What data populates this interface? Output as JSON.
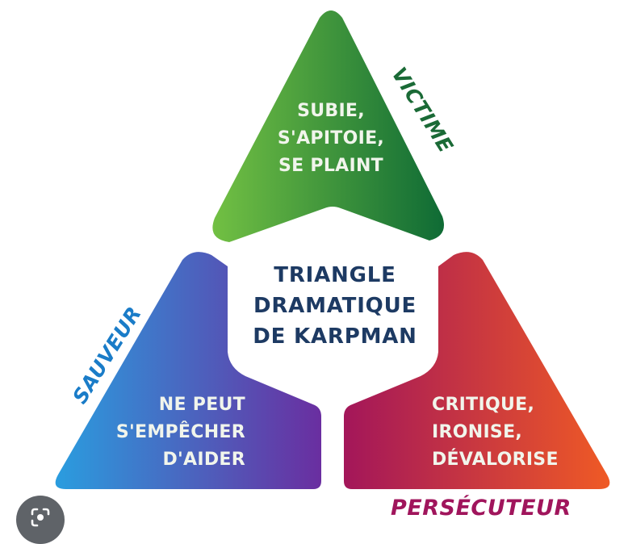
{
  "diagram": {
    "title_lines": [
      "TRIANGLE",
      "DRAMATIQUE",
      "DE KARPMAN"
    ],
    "title_color": "#1d3a63",
    "roles": [
      {
        "id": "victime",
        "name": "VICTIME",
        "description_lines": [
          "SUBIE,",
          "S'APITOIE,",
          "SE PLAINT"
        ],
        "gradient": [
          "#72c043",
          "#0f6b35"
        ],
        "label_color": "#1a6a36"
      },
      {
        "id": "sauveur",
        "name": "SAUVEUR",
        "description_lines": [
          "NE PEUT",
          "S'EMPÊCHER",
          "D'AIDER"
        ],
        "gradient": [
          "#2a9ddf",
          "#6a2ea0"
        ],
        "label_color": "#1a7cc8"
      },
      {
        "id": "persecuteur",
        "name": "PERSÉCUTEUR",
        "description_lines": [
          "CRITIQUE,",
          "IRONISE,",
          "DÉVALORISE"
        ],
        "gradient": [
          "#a3165a",
          "#ef5a25"
        ],
        "label_color": "#a0155c"
      }
    ],
    "text_color_on_shapes": "#f1f5ec"
  },
  "overlay": {
    "lens_button_icon": "lens-icon",
    "lens_button_color": "#5f6368"
  }
}
